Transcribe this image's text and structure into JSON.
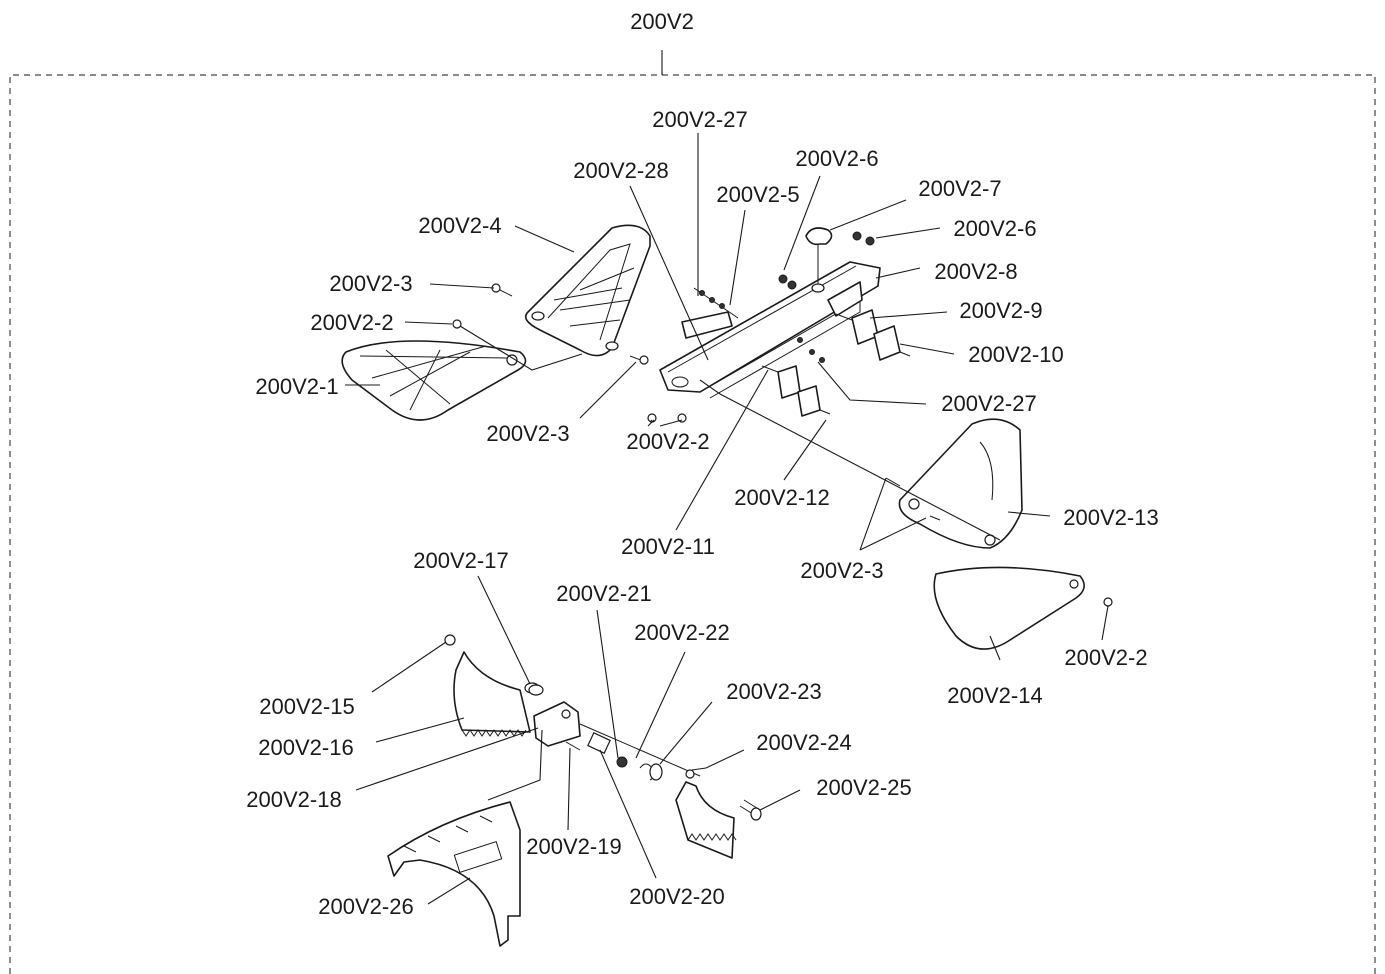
{
  "assembly": {
    "title": "200V2"
  },
  "callouts": {
    "c27a": "200V2-27",
    "c28": "200V2-28",
    "c6a": "200V2-6",
    "c5": "200V2-5",
    "c7": "200V2-7",
    "c6b": "200V2-6",
    "c4": "200V2-4",
    "c8": "200V2-8",
    "c3a": "200V2-3",
    "c9": "200V2-9",
    "c2a": "200V2-2",
    "c10": "200V2-10",
    "c1": "200V2-1",
    "c27b": "200V2-27",
    "c3b": "200V2-3",
    "c2b": "200V2-2",
    "c12": "200V2-12",
    "c13": "200V2-13",
    "c11": "200V2-11",
    "c3c": "200V2-3",
    "c17": "200V2-17",
    "c21": "200V2-21",
    "c22": "200V2-22",
    "c2c": "200V2-2",
    "c15": "200V2-15",
    "c14": "200V2-14",
    "c23": "200V2-23",
    "c16": "200V2-16",
    "c24": "200V2-24",
    "c18": "200V2-18",
    "c25": "200V2-25",
    "c19": "200V2-19",
    "c20": "200V2-20",
    "c26": "200V2-26"
  }
}
